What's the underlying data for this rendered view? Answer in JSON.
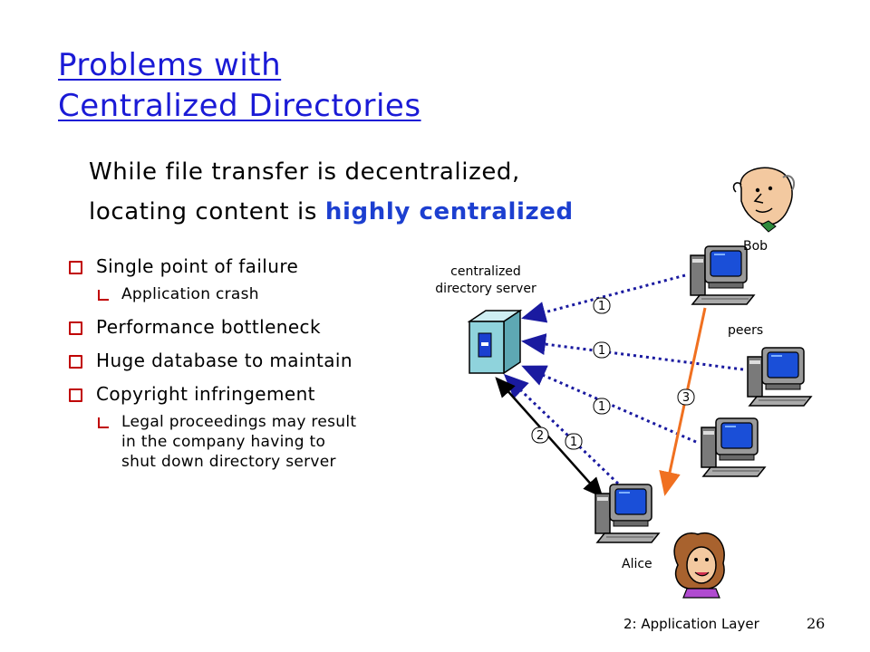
{
  "title": {
    "line1": "Problems with",
    "line2": "Centralized Directories"
  },
  "intro": {
    "line1": "While file transfer is decentralized,",
    "line2_prefix": "locating content is ",
    "line2_highlight": "highly centralized"
  },
  "bullets": [
    {
      "text": "Single point of failure",
      "sub": [
        "Application crash"
      ]
    },
    {
      "text": "Performance bottleneck"
    },
    {
      "text": "Huge database to maintain"
    },
    {
      "text": "Copyright infringement",
      "sub": [
        "Legal proceedings may result in the company having to shut down directory server"
      ]
    }
  ],
  "diagram": {
    "server_label_line1": "centralized",
    "server_label_line2": "directory server",
    "bob_label": "Bob",
    "peers_label": "peers",
    "alice_label": "Alice",
    "step_labels": [
      "1",
      "1",
      "1",
      "1",
      "2",
      "3"
    ],
    "colors": {
      "dotted": "#1a1aa0",
      "request_arrow": "#000000",
      "transfer_arrow": "#f07020",
      "server": "#8fd3dc"
    }
  },
  "footer": {
    "section": "2: Application Layer",
    "page": "26"
  }
}
